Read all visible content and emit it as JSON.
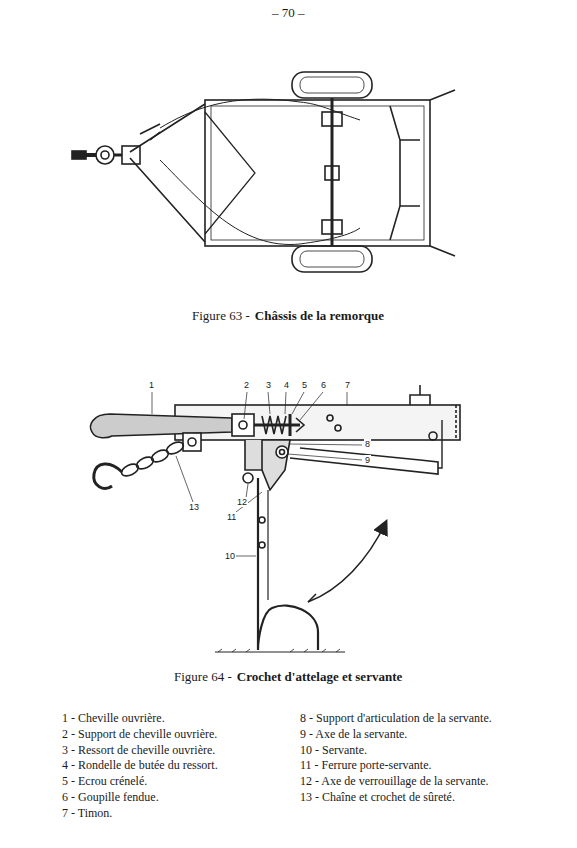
{
  "diagram": {
    "labels": [
      "– 70 –",
      "Figure 63 -",
      "Châssis de la remorque",
      "1",
      "2",
      "3",
      "4",
      "5",
      "6",
      "7",
      "8",
      "9",
      "10",
      "11",
      "12",
      "13",
      "Figure 64 -",
      "Crochet d'attelage et servante",
      "1 - Cheville ouvrière.",
      "2 - Support de cheville ouvrière.",
      "3 - Ressort de cheville ouvrière.",
      "4 - Rondelle de butée du ressort.",
      "5 - Ecrou crénelé.",
      "6 - Goupille fendue.",
      "7 - Timon.",
      "8 - Support d'articulation de la servante.",
      "9 - Axe de la servante.",
      "10 - Servante.",
      "11 - Ferrure porte-servante.",
      "12 - Axe de verrouillage de la servante.",
      "13 - Chaîne et crochet de sûreté."
    ]
  }
}
